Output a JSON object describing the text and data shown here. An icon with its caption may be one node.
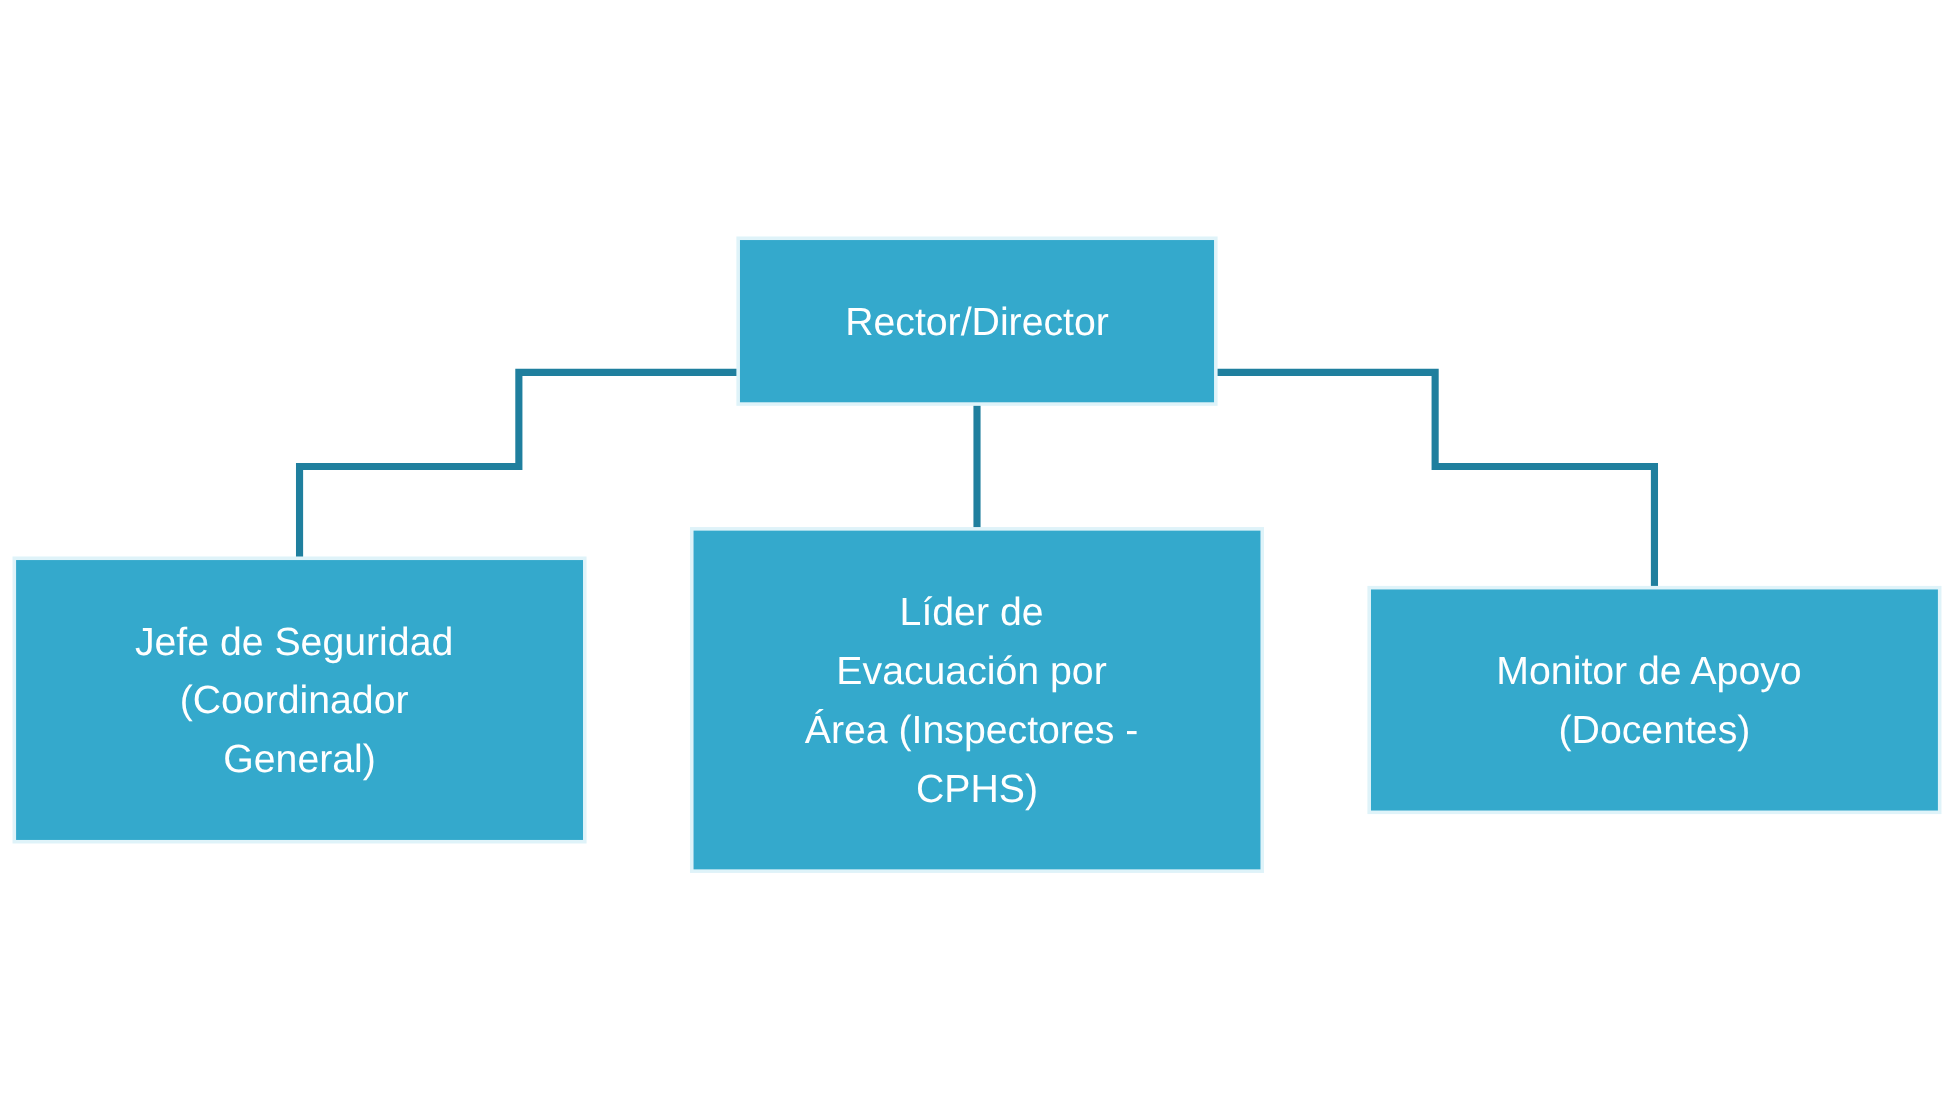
{
  "diagram": {
    "nodes": [
      {
        "text": [
          "Rector/Director"
        ]
      },
      {
        "text": [
          "Jefe de Seguridad (Coordinador General)"
        ]
      },
      {
        "text": [
          "Líder de Evacuación por Área (Inspectores - CPHS)"
        ]
      },
      {
        "text": [
          "Monitor de Apoyo (Docentes)"
        ]
      }
    ],
    "edges": [
      {
        "from": 0,
        "to": 1,
        "arrow": "none"
      },
      {
        "from": 0,
        "to": 2,
        "arrow": "none"
      },
      {
        "from": 0,
        "to": 3,
        "arrow": "none"
      }
    ]
  }
}
